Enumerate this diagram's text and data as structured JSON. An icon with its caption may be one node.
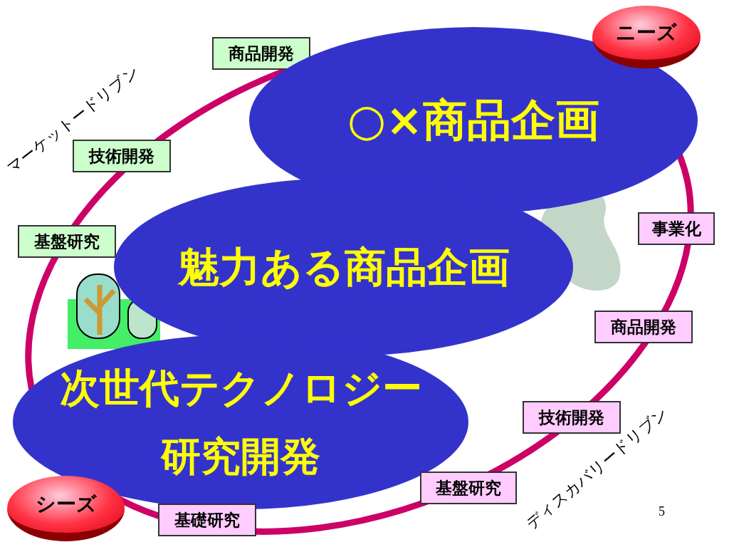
{
  "diagram": {
    "nodes": [
      {
        "text": [
          "ニーズ"
        ]
      },
      {
        "text": [
          "シーズ"
        ]
      },
      {
        "text": [
          "商品開発"
        ]
      },
      {
        "text": [
          "技術開発"
        ]
      },
      {
        "text": [
          "基盤研究"
        ]
      },
      {
        "text": [
          "事業化"
        ]
      },
      {
        "text": [
          "商品開発"
        ]
      },
      {
        "text": [
          "技術開発"
        ]
      },
      {
        "text": [
          "基盤研究"
        ]
      },
      {
        "text": [
          "基礎研究"
        ]
      },
      {
        "text": [
          "○×商品企画"
        ]
      },
      {
        "text": [
          "魅力ある商品企画"
        ]
      },
      {
        "text": [
          "次世代テクノロジー研究開発"
        ]
      }
    ],
    "edges": [],
    "labels": [
      "マーケットードリブン",
      "ディスカバリードリブン",
      "5"
    ]
  }
}
